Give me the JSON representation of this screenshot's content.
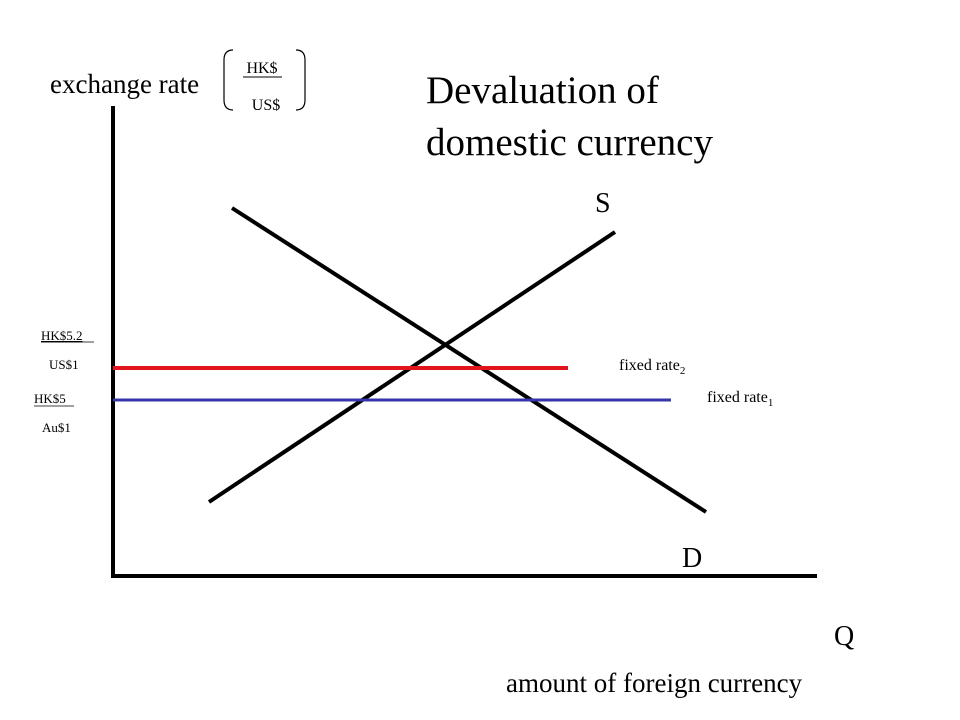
{
  "title": {
    "line1": "Devaluation of",
    "line2": "domestic currency"
  },
  "y_axis": {
    "label": "exchange rate",
    "unit_numerator": "HK$",
    "unit_denominator": "US$"
  },
  "x_axis": {
    "symbol": "Q",
    "label": "amount of foreign currency"
  },
  "curves": {
    "supply_label": "S",
    "demand_label": "D"
  },
  "rates": {
    "fixed_rate_2": {
      "label": "fixed rate",
      "subscript": "2",
      "tick_numerator": "HK$5.2",
      "tick_denominator": "US$1",
      "color": "#e0161c"
    },
    "fixed_rate_1": {
      "label": "fixed rate",
      "subscript": "1",
      "tick_numerator": "HK$5",
      "tick_denominator": "Au$1",
      "color": "#3535a8"
    }
  },
  "colors": {
    "axis": "#000000",
    "curve": "#000000",
    "background": "#ffffff"
  }
}
